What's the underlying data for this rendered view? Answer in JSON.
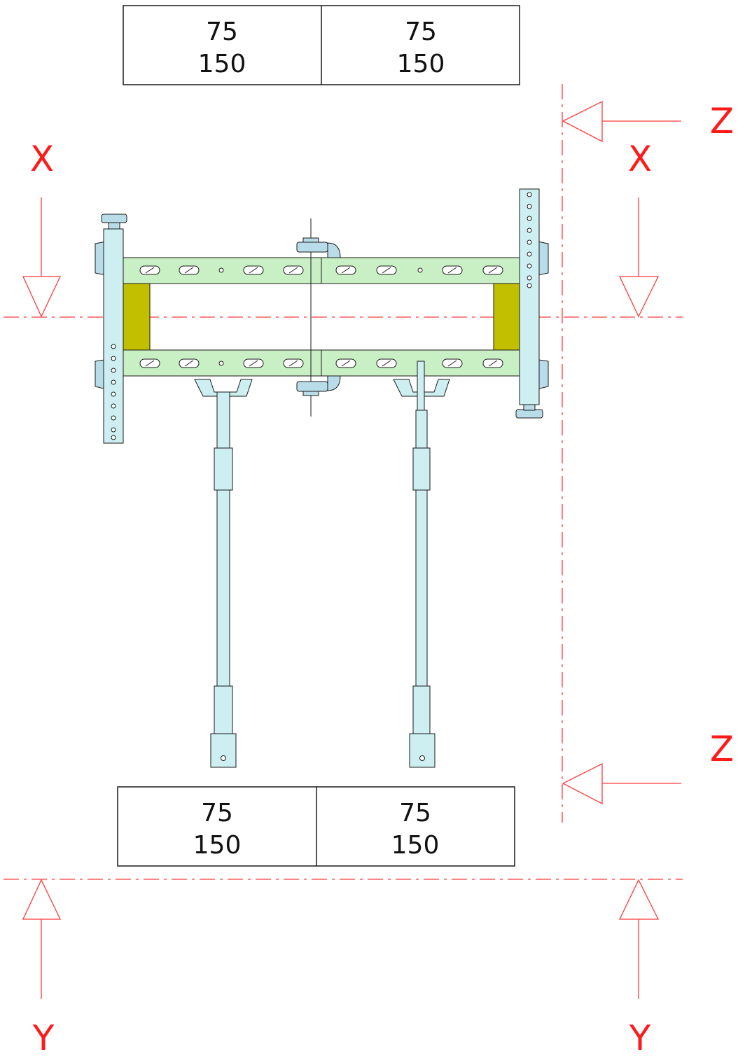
{
  "colors": {
    "section_line": "#ff0000",
    "ink": "#1a1a1a",
    "frame_fill": "#c9f0c4",
    "post_fill": "#cdeff2",
    "shim_fill": "#c2bf00",
    "fitting_fill": "#b9dde8",
    "background": "#ffffff"
  },
  "tables": {
    "top": [
      {
        "top": "75",
        "bottom": "150"
      },
      {
        "top": "75",
        "bottom": "150"
      }
    ],
    "bottom": [
      {
        "top": "75",
        "bottom": "150"
      },
      {
        "top": "75",
        "bottom": "150"
      }
    ]
  },
  "section_markers": {
    "x_left": "X",
    "x_right": "X",
    "y_left": "Y",
    "y_right": "Y",
    "z_top": "Z",
    "z_bottom": "Z"
  },
  "icons": {
    "wing_nut": "wing-nut-icon",
    "slot": "slot-hole-icon",
    "view_arrow": "view-arrow-icon"
  }
}
